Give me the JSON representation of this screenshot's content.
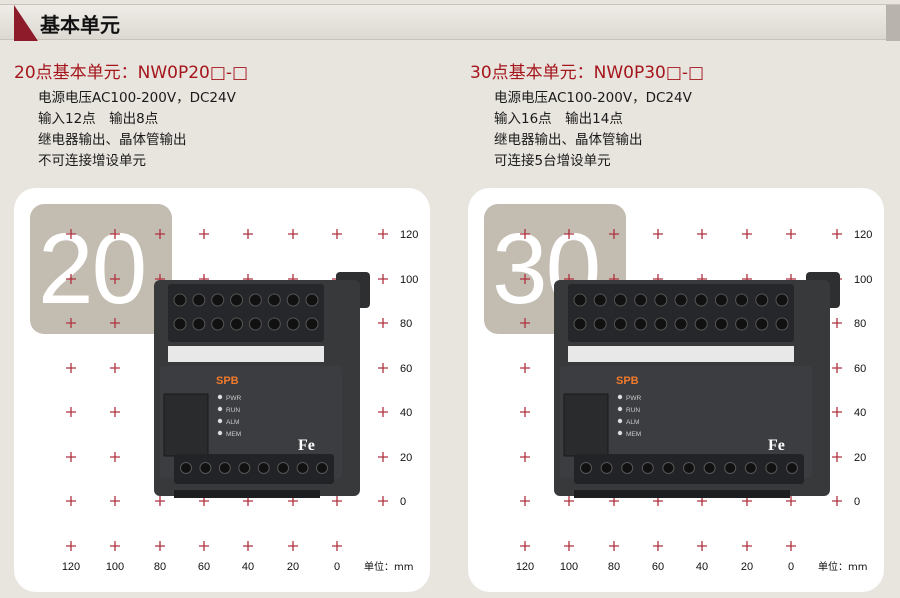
{
  "header": {
    "title": "基本单元"
  },
  "left": {
    "model_title": "20点基本单元：NW0P20□-□",
    "specs": [
      "电源电压AC100-200V，DC24V",
      "输入12点　输出8点",
      "继电器输出、晶体管输出",
      "不可连接增设单元"
    ],
    "badge": "20",
    "device": {
      "brand": "SPB",
      "leds": [
        "PWR",
        "RUN",
        "ALM",
        "MEM"
      ],
      "terminals_top": 8,
      "terminals_bottom": 8,
      "logo": "Fe"
    }
  },
  "right": {
    "model_title": "30点基本单元：NW0P30□-□",
    "specs": [
      "电源电压AC100-200V，DC24V",
      "输入16点　输出14点",
      "继电器输出、晶体管输出",
      "可连接5台增设单元"
    ],
    "badge": "30",
    "device": {
      "brand": "SPB",
      "leds": [
        "PWR",
        "RUN",
        "ALM",
        "MEM"
      ],
      "terminals_top": 11,
      "terminals_bottom": 11,
      "logo": "Fe"
    }
  },
  "scale": {
    "y_ticks": [
      "120",
      "100",
      "80",
      "60",
      "40",
      "20",
      "0"
    ],
    "x_ticks": [
      "120",
      "100",
      "80",
      "60",
      "40",
      "20",
      "0"
    ],
    "unit": "单位：mm"
  },
  "colors": {
    "accent": "#8d1b2a",
    "title_red": "#a5151c",
    "cross": "#b0313e",
    "badge": "#c3bcb1",
    "device": "#38393b"
  }
}
